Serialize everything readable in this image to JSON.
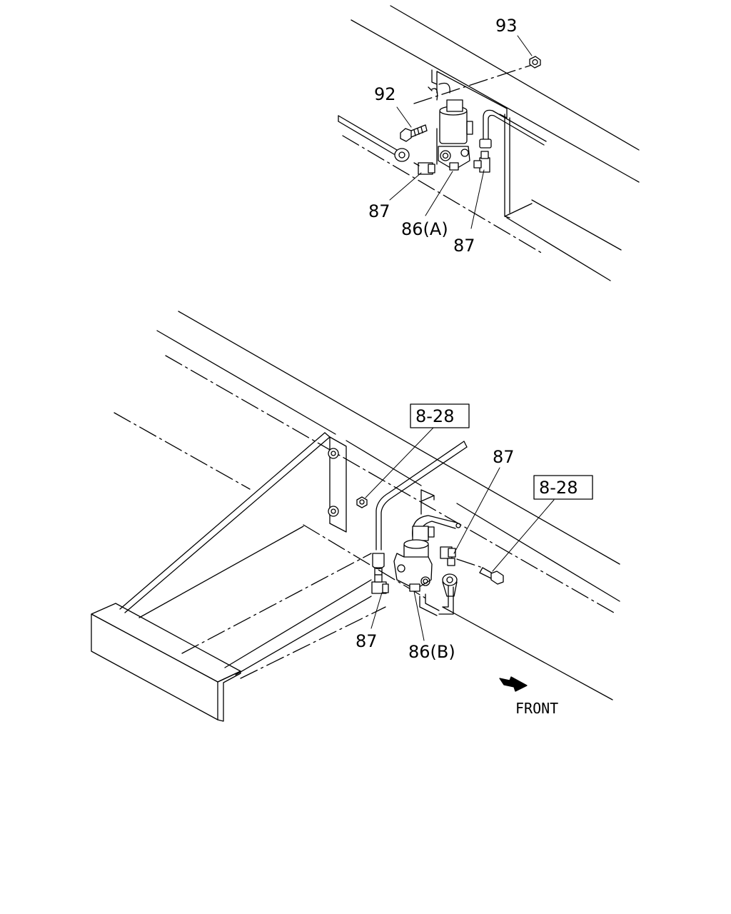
{
  "callouts": {
    "p93": "93",
    "p92": "92",
    "p87_a_left": "87",
    "p86_a": "86(A)",
    "p87_a_right": "87",
    "p87_b_top": "87",
    "p87_b_bottom": "87",
    "p86_b": "86(B)"
  },
  "references": {
    "ref_left": "8-28",
    "ref_right": "8-28"
  },
  "direction": {
    "label": "FRONT",
    "icon": "arrow-icon"
  }
}
